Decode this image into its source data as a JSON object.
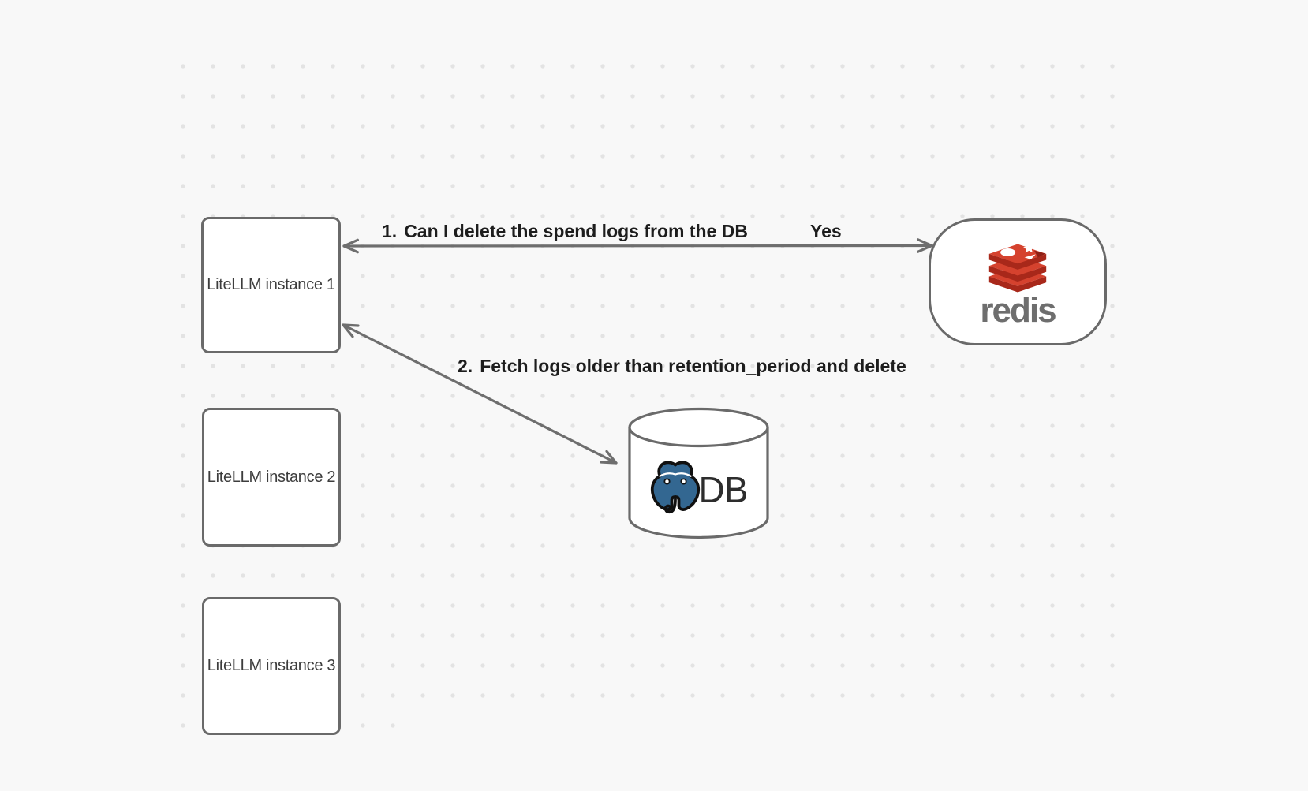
{
  "diagram": {
    "instances": [
      {
        "label": "LiteLLM instance 1"
      },
      {
        "label": "LiteLLM instance 2"
      },
      {
        "label": "LiteLLM instance 3"
      }
    ],
    "redis": {
      "wordmark": "redis",
      "icon": "redis-stack-icon"
    },
    "database": {
      "label": "DB",
      "icon": "postgresql-elephant-icon"
    },
    "edges": {
      "edge1": {
        "number": "1.",
        "label": "Can I delete the spend logs from the DB",
        "response": "Yes",
        "from": "LiteLLM instance 1",
        "to": "redis",
        "arrows": "both"
      },
      "edge2": {
        "number": "2.",
        "label": "Fetch logs older than retention_period and delete",
        "from": "LiteLLM instance 1",
        "to": "DB",
        "arrows": "both"
      }
    },
    "colors": {
      "background": "#f8f8f8",
      "grid_dot": "#e3e3e3",
      "stroke": "#6a6a6a",
      "edge_label_text": "#1d1d1d",
      "node_text": "#3d3d3d",
      "redis_red": "#d5422e",
      "redis_dark_red": "#a8281a",
      "redis_wordmark": "#6e6e6e",
      "postgres_blue": "#336791",
      "db_text": "#2d2d2d"
    }
  }
}
